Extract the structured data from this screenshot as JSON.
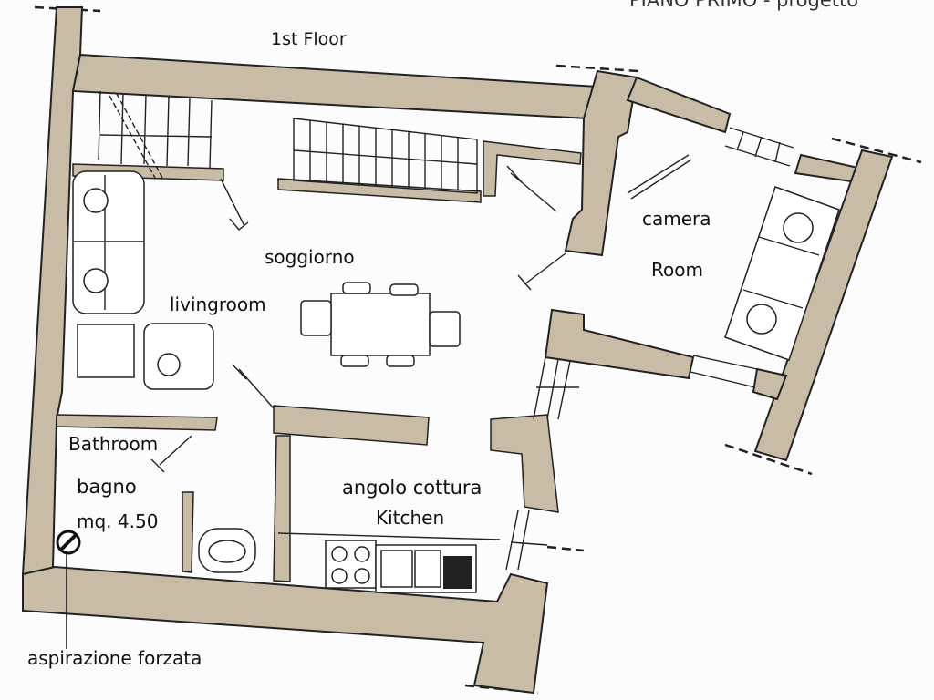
{
  "header": {
    "title": "PIANO PRIMO - progetto",
    "floor": "1st Floor"
  },
  "rooms": {
    "living_it": "soggiorno",
    "living_en": "livingroom",
    "bedroom_it": "camera",
    "bedroom_en": "Room",
    "bath_en": "Bathroom",
    "bath_it": "bagno",
    "bath_area": "mq. 4.50",
    "kitchen_it": "angolo cottura",
    "kitchen_en": "Kitchen"
  },
  "notes": {
    "vent": "aspirazione forzata"
  },
  "colors": {
    "wall": "#c9bca7",
    "line": "#222222"
  }
}
